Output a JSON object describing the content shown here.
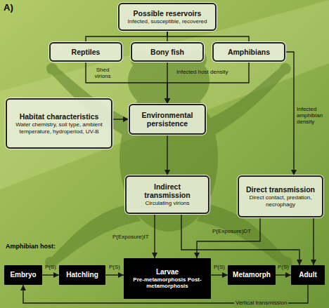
{
  "diagram": {
    "nodes": [
      {
        "text": [
          "Possible reservoirs",
          "Infected, susceptible, recovered"
        ]
      },
      {
        "text": [
          "Reptiles"
        ]
      },
      {
        "text": [
          "Bony fish"
        ]
      },
      {
        "text": [
          "Amphibians"
        ]
      },
      {
        "text": [
          "Habitat characteristics",
          "Water chemistry, soil type, ambient temperature, hydroperiod, UV-B"
        ]
      },
      {
        "text": [
          "Environmental persistence"
        ]
      },
      {
        "text": [
          "Indirect transmission",
          "Circulating virions"
        ]
      },
      {
        "text": [
          "Direct transmission",
          "Direct contact, predation, necrophagy"
        ]
      },
      {
        "text": [
          "Embryo"
        ]
      },
      {
        "text": [
          "Hatchling"
        ]
      },
      {
        "text": [
          "Larvae",
          "Pre-metamorphosis Post-metamorphosis"
        ]
      },
      {
        "text": [
          "Metamorph"
        ]
      },
      {
        "text": [
          "Adult"
        ]
      }
    ],
    "edges": [
      {
        "from": 0,
        "to": 1,
        "arrow": "none"
      },
      {
        "from": 0,
        "to": 2,
        "arrow": "none"
      },
      {
        "from": 0,
        "to": 3,
        "arrow": "none"
      },
      {
        "from": 1,
        "to": 5,
        "arrow": "to",
        "label": "Shed virions"
      },
      {
        "from": 2,
        "to": 5,
        "arrow": "to",
        "label": "Infected host density"
      },
      {
        "from": 3,
        "to": 5,
        "arrow": "to"
      },
      {
        "from": 3,
        "to": 7,
        "arrow": "to",
        "label": "Infected amphibian density"
      },
      {
        "from": 4,
        "to": 5,
        "arrow": "to"
      },
      {
        "from": 5,
        "to": 6,
        "arrow": "to"
      },
      {
        "from": 6,
        "to": 10,
        "arrow": "to",
        "label": "P(Exposure)IT"
      },
      {
        "from": 6,
        "to": 12,
        "arrow": "to"
      },
      {
        "from": 7,
        "to": 10,
        "arrow": "to",
        "label": "P(Exposure)DT"
      },
      {
        "from": 7,
        "to": 12,
        "arrow": "to"
      },
      {
        "from": 8,
        "to": 9,
        "arrow": "to",
        "label": "P(S)"
      },
      {
        "from": 9,
        "to": 10,
        "arrow": "to",
        "label": "P(S)"
      },
      {
        "from": 10,
        "to": 11,
        "arrow": "to",
        "label": "P(S)"
      },
      {
        "from": 11,
        "to": 12,
        "arrow": "to",
        "label": "P(S)"
      },
      {
        "from": 12,
        "to": 8,
        "arrow": "to",
        "label": "Vertical transmission"
      }
    ],
    "labels": [
      "A)",
      "Amphibian host:"
    ]
  }
}
